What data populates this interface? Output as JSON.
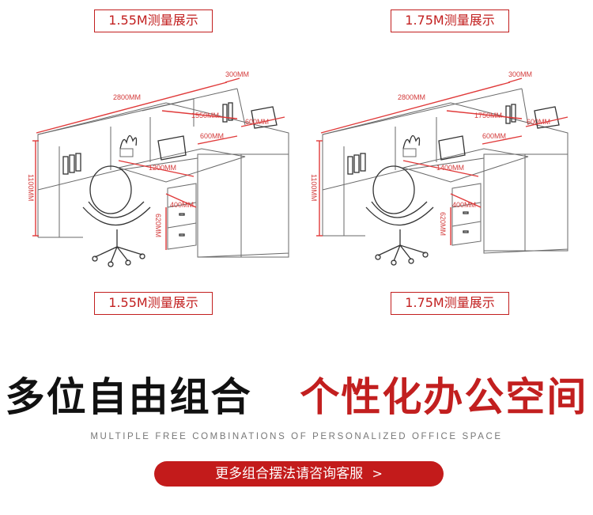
{
  "tags": {
    "left_top": "1.55M测量展示",
    "right_top": "1.75M测量展示",
    "left_bottom": "1.55M测量展示",
    "right_bottom": "1.75M测量展示"
  },
  "left_diagram": {
    "width_total": "2800MM",
    "depth_side": "300MM",
    "inner_width": "1550MM",
    "panel_depth": "600MM",
    "side_depth": "600MM",
    "desk_width": "1200MM",
    "height": "1100MM",
    "drawer_depth": "400MM",
    "drawer_height": "620MM"
  },
  "right_diagram": {
    "width_total": "2800MM",
    "depth_side": "300MM",
    "inner_width": "1750MM",
    "panel_depth": "600MM",
    "side_depth": "600MM",
    "desk_width": "1400MM",
    "height": "1100MM",
    "drawer_depth": "400MM",
    "drawer_height": "620MM"
  },
  "headline": {
    "black_part": "多位自由组合",
    "red_part": "个性化办公空间"
  },
  "subtitle": "MULTIPLE FREE COMBINATIONS OF PERSONALIZED OFFICE SPACE",
  "cta": {
    "label": "更多组合摆法请咨询客服",
    "arrow": ">"
  },
  "colors": {
    "accent": "#c21f1f",
    "dimension": "#e03a3a"
  }
}
